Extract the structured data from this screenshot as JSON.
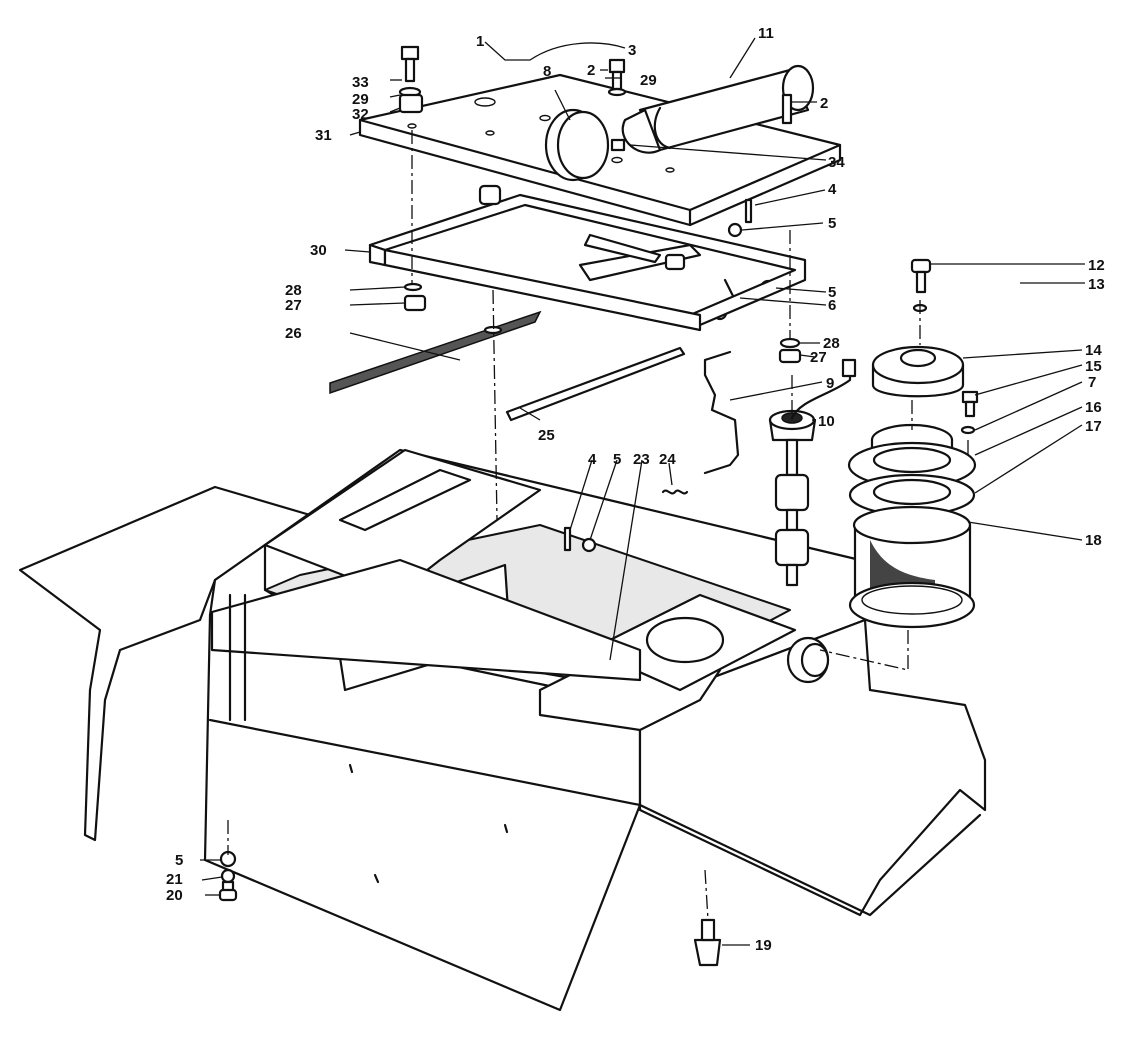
{
  "callouts": [
    {
      "id": "1",
      "label": "1"
    },
    {
      "id": "2a",
      "label": "2"
    },
    {
      "id": "2b",
      "label": "2"
    },
    {
      "id": "3",
      "label": "3"
    },
    {
      "id": "4a",
      "label": "4"
    },
    {
      "id": "4b",
      "label": "4"
    },
    {
      "id": "5a",
      "label": "5"
    },
    {
      "id": "5b",
      "label": "5"
    },
    {
      "id": "5c",
      "label": "5"
    },
    {
      "id": "5d",
      "label": "5"
    },
    {
      "id": "6",
      "label": "6"
    },
    {
      "id": "7",
      "label": "7"
    },
    {
      "id": "8",
      "label": "8"
    },
    {
      "id": "9",
      "label": "9"
    },
    {
      "id": "10",
      "label": "10"
    },
    {
      "id": "11",
      "label": "11"
    },
    {
      "id": "12",
      "label": "12"
    },
    {
      "id": "13",
      "label": "13"
    },
    {
      "id": "14",
      "label": "14"
    },
    {
      "id": "15",
      "label": "15"
    },
    {
      "id": "16",
      "label": "16"
    },
    {
      "id": "17",
      "label": "17"
    },
    {
      "id": "18",
      "label": "18"
    },
    {
      "id": "19",
      "label": "19"
    },
    {
      "id": "20",
      "label": "20"
    },
    {
      "id": "21",
      "label": "21"
    },
    {
      "id": "23",
      "label": "23"
    },
    {
      "id": "24",
      "label": "24"
    },
    {
      "id": "25",
      "label": "25"
    },
    {
      "id": "26",
      "label": "26"
    },
    {
      "id": "27a",
      "label": "27"
    },
    {
      "id": "27b",
      "label": "27"
    },
    {
      "id": "28a",
      "label": "28"
    },
    {
      "id": "28b",
      "label": "28"
    },
    {
      "id": "29a",
      "label": "29"
    },
    {
      "id": "29b",
      "label": "29"
    },
    {
      "id": "30",
      "label": "30"
    },
    {
      "id": "31",
      "label": "31"
    },
    {
      "id": "32",
      "label": "32"
    },
    {
      "id": "33",
      "label": "33"
    },
    {
      "id": "34",
      "label": "34"
    }
  ]
}
